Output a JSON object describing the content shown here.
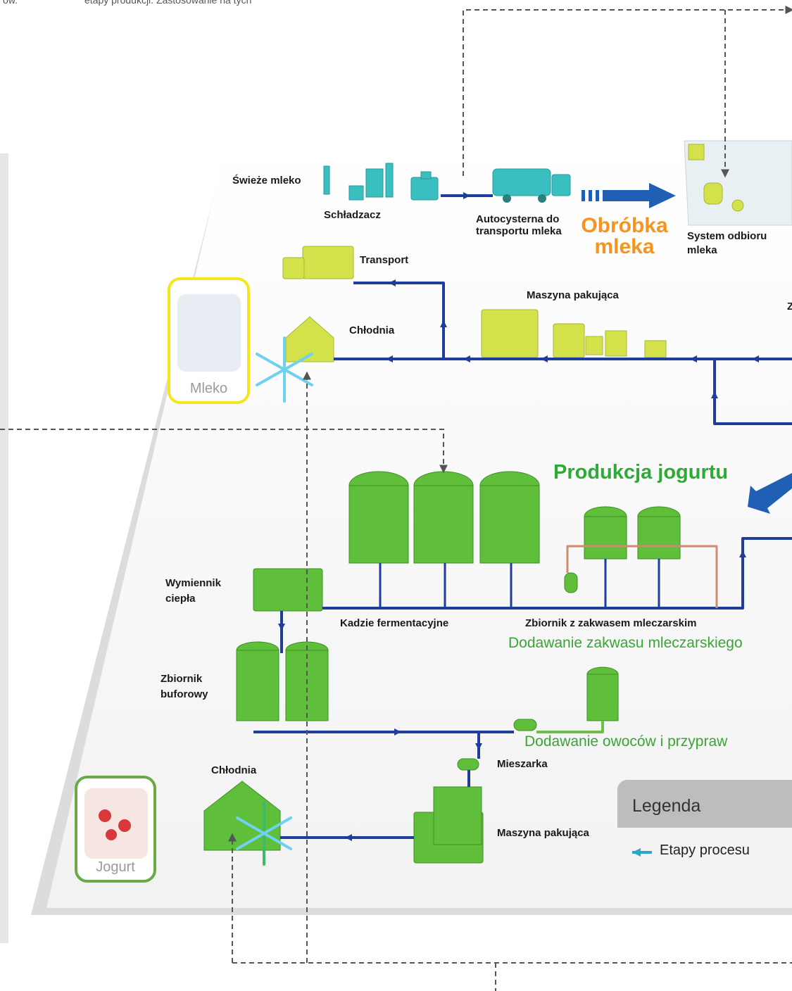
{
  "header_fragments": {
    "left": "ów.",
    "right": "etapy produkcji. Zastosowanie na tych"
  },
  "milk_section": {
    "title": "Obróbka mleka",
    "labels": {
      "fresh_milk": "Świeże mleko",
      "cooler": "Schładzacz",
      "tanker": "Autocysterna do transportu mleka",
      "intake": "System odbioru mleka",
      "transport": "Transport",
      "packaging": "Maszyna pakująca",
      "cold_store": "Chłodnia",
      "cut_letter": "Z"
    },
    "callout": "Mleko"
  },
  "yogurt_section": {
    "title": "Produkcja jogurtu",
    "labels": {
      "heat_exchanger": "Wymiennik ciepła",
      "fermentation": "Kadzie fermentacyjne",
      "culture_tank": "Zbiornik z zakwasem mleczarskim",
      "buffer_tank": "Zbiornik buforowy",
      "mixer": "Mieszarka",
      "cold_store": "Chłodnia",
      "packaging": "Maszyna pakująca"
    },
    "steps": {
      "add_culture": "Dodawanie zakwasu mleczarskiego",
      "add_fruit": "Dodawanie owoców i przypraw"
    },
    "callout": "Jogurt"
  },
  "legend": {
    "title": "Legenda",
    "items": [
      {
        "label": "Etapy procesu",
        "icon": "process-arrow-icon"
      }
    ]
  },
  "colors": {
    "process_line": "#1f3d9c",
    "milk_equipment": "#d3e24a",
    "yogurt_equipment": "#5fbf3a",
    "cooler_equipment": "#39bfbf",
    "milk_title": "#f7941d",
    "yogurt_title": "#2eab36",
    "legend_arrow": "#2aa8c9"
  }
}
